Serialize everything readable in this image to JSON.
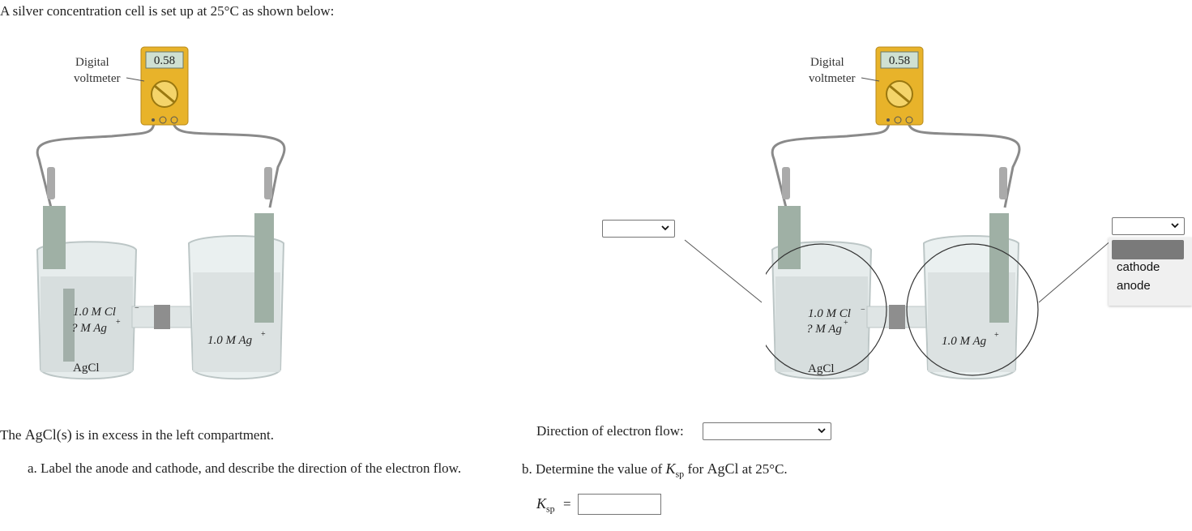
{
  "intro_text": "A silver concentration cell is set up at 25°C as shown below:",
  "diagram": {
    "voltmeter_reading": "0.58",
    "voltmeter_label_line1": "Digital",
    "voltmeter_label_line2": "voltmeter",
    "left_label_line1": "1.0 M Cl",
    "left_label_line2": "? M Ag",
    "right_label": "1.0 M Ag",
    "precipitate_label": "AgCl"
  },
  "label_dropdowns": {
    "left_value": "",
    "right_value": "",
    "options": [
      "cathode",
      "anode"
    ]
  },
  "statement": {
    "prefix": "The ",
    "formula": "AgCl(s)",
    "suffix": " is in excess in the left compartment."
  },
  "question_a": "a. Label the anode and cathode, and describe the direction of the electron flow.",
  "electron_flow": {
    "label": "Direction of electron flow:",
    "value": ""
  },
  "question_b": {
    "prefix": "b. Determine the value of ",
    "symbol": "K",
    "subscript": "sp",
    "middle": " for ",
    "compound": "AgCl",
    "suffix": " at 25°C."
  },
  "ksp_input": {
    "symbol": "K",
    "subscript": "sp",
    "equals": "=",
    "value": ""
  }
}
